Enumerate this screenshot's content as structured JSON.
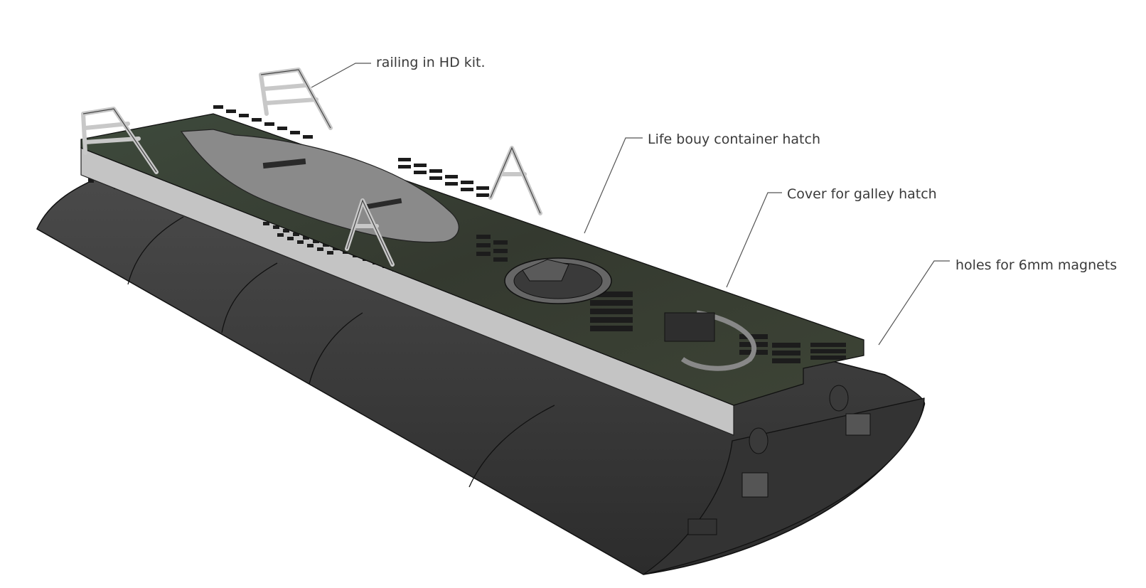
{
  "callouts": {
    "railing": "railing in HD kit.",
    "life_buoy": "Life bouy container hatch",
    "galley": "Cover for galley hatch",
    "magnets": "holes for 6mm magnets"
  },
  "colors": {
    "background": "#ffffff",
    "hull": "#3b3b3b",
    "hull_shadow": "#2a2a2a",
    "deck": "#3a4236",
    "side_panel": "#c4c4c4",
    "grating": "#1e1e1e",
    "railing": "#c9c9c9",
    "leader_line": "#555555",
    "text": "#3a3a3a"
  }
}
